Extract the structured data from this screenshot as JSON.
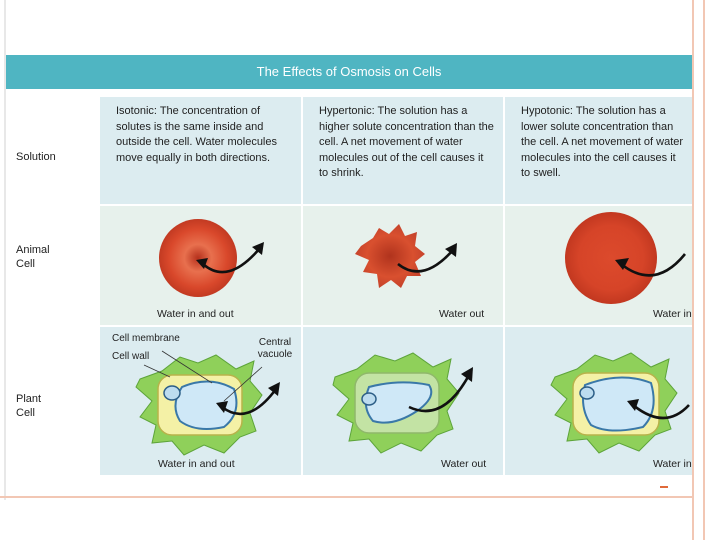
{
  "title": "The Effects of Osmosis on Cells",
  "row_labels": {
    "solution": "Solution",
    "animal": "Animal Cell",
    "plant": "Plant Cell"
  },
  "columns": [
    {
      "description": "Isotonic: The concentration of solutes is the same inside and outside the cell. Water molecules move equally in both directions.",
      "animal_caption": "Water in and out",
      "plant_caption": "Water in and out"
    },
    {
      "description": "Hypertonic: The solution has a higher solute concentration than the cell. A net movement of water molecules out of the cell causes it to shrink.",
      "animal_caption": "Water out",
      "plant_caption": "Water out"
    },
    {
      "description": "Hypotonic: The solution has a lower solute concentration than the cell. A net movement of water molecules into the cell causes it to swell.",
      "animal_caption": "Water in",
      "plant_caption": "Water in"
    }
  ],
  "plant_labels": {
    "membrane": "Cell membrane",
    "wall": "Cell wall",
    "vacuole": "Central vacuole"
  },
  "colors": {
    "title_bar": "#4fb5c2",
    "row_blue": "#dcecf0",
    "row_green": "#e7f1ec",
    "cell_red": "#d5452b",
    "plant_green": "#8fd05a",
    "vacuole_blue": "#cfe8f7"
  }
}
